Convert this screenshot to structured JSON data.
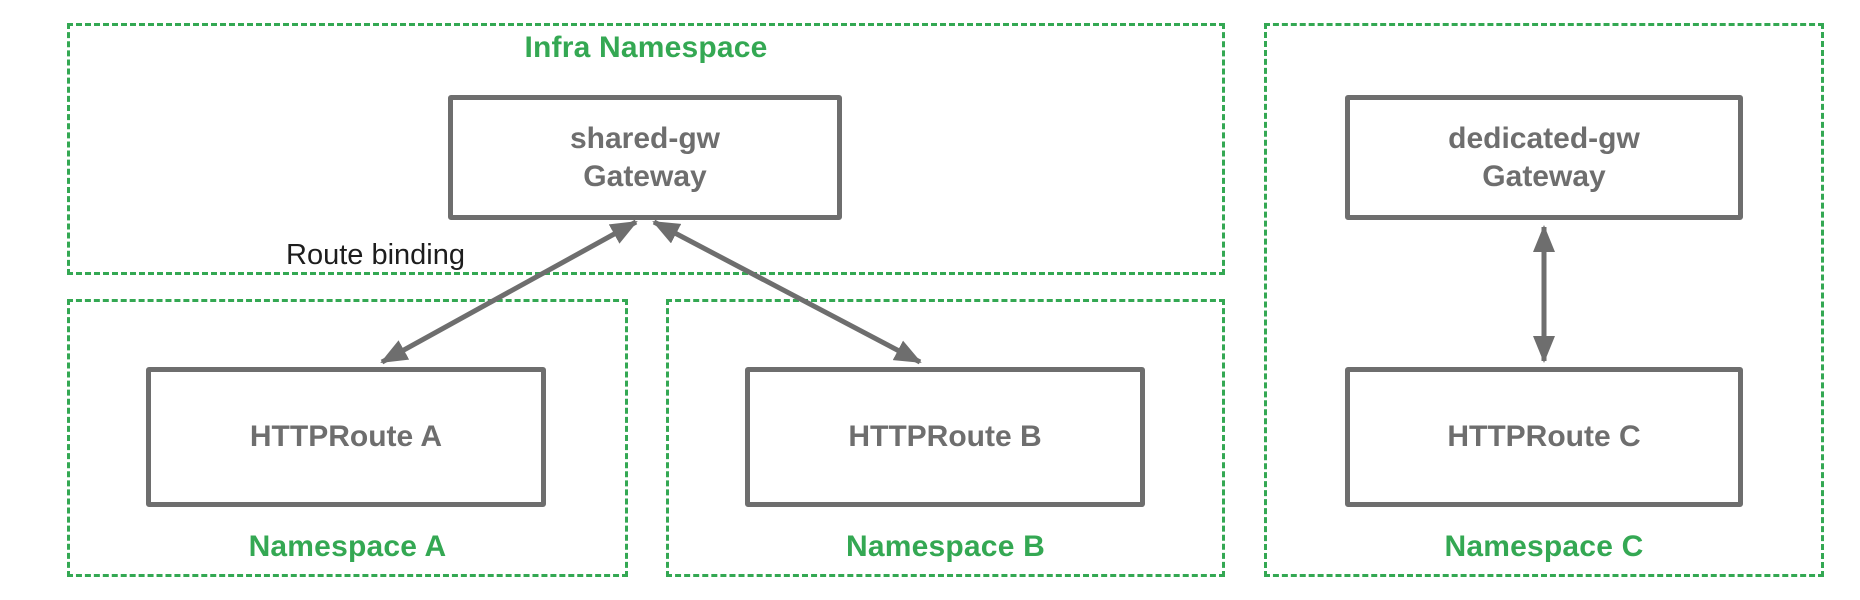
{
  "colors": {
    "green": "#34a853",
    "gray": "#6e6e6e",
    "ink": "#1d1d1d"
  },
  "infra": {
    "label": "Infra Namespace",
    "gateway": {
      "name": "shared-gw",
      "kind": "Gateway"
    }
  },
  "route_binding_label": "Route binding",
  "namespaces": [
    {
      "label": "Namespace A",
      "route": "HTTPRoute A"
    },
    {
      "label": "Namespace B",
      "route": "HTTPRoute B"
    },
    {
      "label": "Namespace C",
      "route": "HTTPRoute C"
    }
  ],
  "namespace_c_gateway": {
    "name": "dedicated-gw",
    "kind": "Gateway"
  }
}
